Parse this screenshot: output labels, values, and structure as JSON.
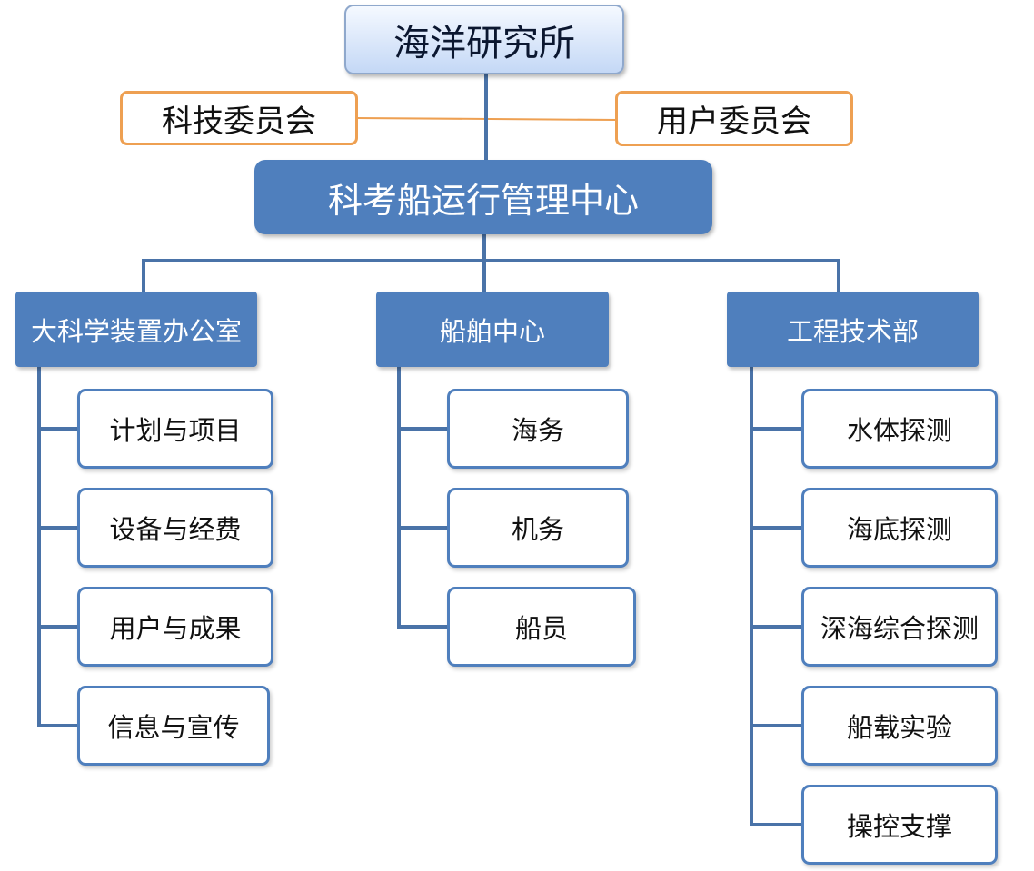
{
  "institute": "海洋研究所",
  "committees": [
    "科技委员会",
    "用户委员会"
  ],
  "center": "科考船运行管理中心",
  "departments": [
    {
      "name": "大科学装置办公室",
      "items": [
        "计划与项目",
        "设备与经费",
        "用户与成果",
        "信息与宣传"
      ]
    },
    {
      "name": "船舶中心",
      "items": [
        "海务",
        "机务",
        "船员"
      ]
    },
    {
      "name": "工程技术部",
      "items": [
        "水体探测",
        "海底探测",
        "深海综合探测",
        "船载实验",
        "操控支撑"
      ]
    }
  ],
  "colors": {
    "dept_fill": "#4f7fbd",
    "item_border": "#4f7fbd",
    "committee_border": "#eea052",
    "connector": "#4a73a8",
    "top_fill": "#c4d8f6"
  }
}
